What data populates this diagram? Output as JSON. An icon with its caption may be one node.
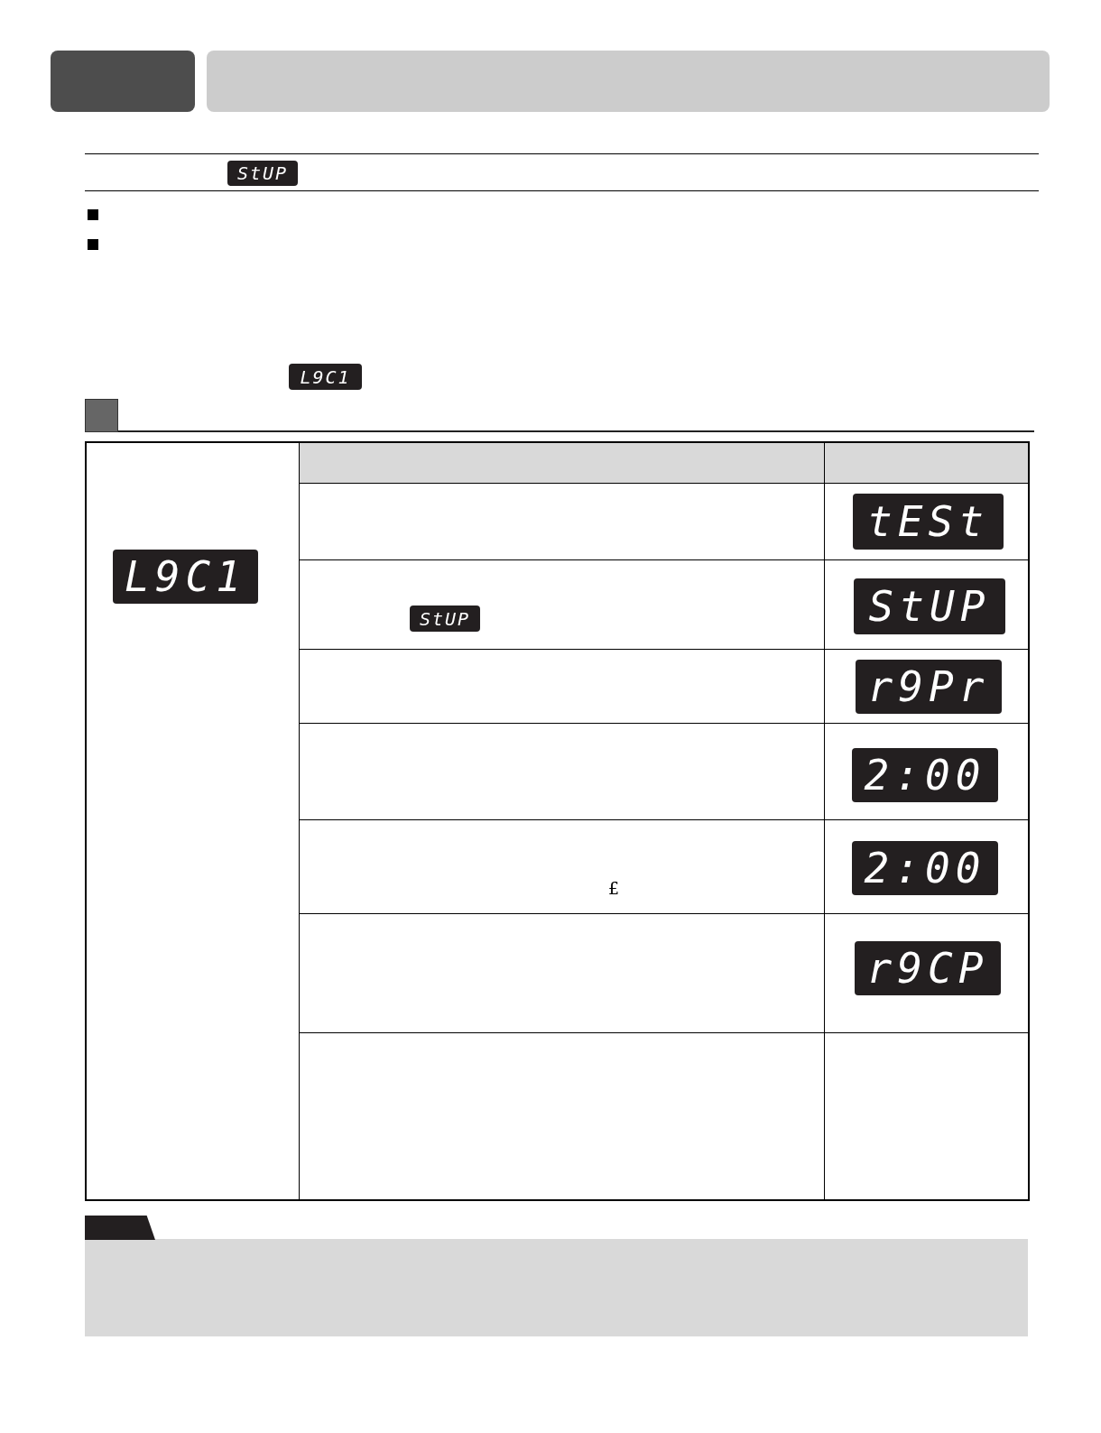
{
  "diagram": {
    "nodes": [
      {
        "text": [],
        "shape": "box"
      },
      {
        "text": [
          "StUP"
        ]
      },
      {
        "text": [
          "L9C1"
        ]
      },
      {
        "text": [
          "L9C1"
        ]
      },
      {
        "text": [
          "tESt"
        ]
      },
      {
        "text": [
          "StUP"
        ]
      },
      {
        "text": [
          "StUP"
        ]
      },
      {
        "text": [
          "r9Pr"
        ]
      },
      {
        "text": [
          "2:00"
        ]
      },
      {
        "text": [
          "2:00"
        ]
      },
      {
        "text": [
          "r9CP"
        ]
      },
      {
        "text": [],
        "shape": "box"
      }
    ],
    "labels": [
      "£"
    ]
  }
}
